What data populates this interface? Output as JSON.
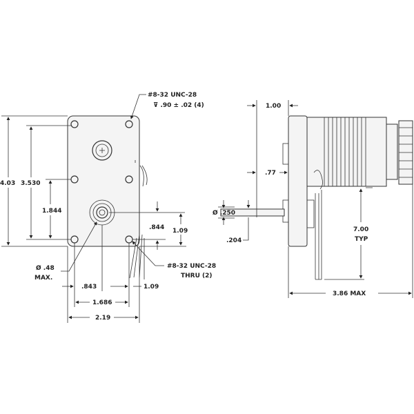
{
  "front_view": {
    "thread_callout_top": [
      "#8-32 UNC-28",
      "⊽ .90 ± .02 (4)"
    ],
    "thread_callout_bottom": [
      "#8-32 UNC-28",
      "THRU (2)"
    ],
    "shaft_dia": [
      "Ø .48",
      "MAX."
    ],
    "dims": {
      "overall_height": "4.03",
      "hole_spacing_v": "3.530",
      "mid_hole_to_bottom": "1.844",
      "shaft_to_hole": ".844",
      "shaft_to_bottom": "1.09",
      "hole_to_shaft_h": ".843",
      "shaft_to_edge_h": "1.09",
      "hole_spacing_h": "1.686",
      "overall_width": "2.19"
    }
  },
  "side_view": {
    "dims": {
      "shaft_length": "1.00",
      "shaft_exposed": ".77",
      "shaft_dia": "Ø .250",
      "flat": ".204",
      "lead_length": [
        "7.00",
        "TYP"
      ],
      "overall_depth": "3.86 MAX"
    }
  },
  "colors": {
    "line": "#333333",
    "background": "#ffffff"
  }
}
